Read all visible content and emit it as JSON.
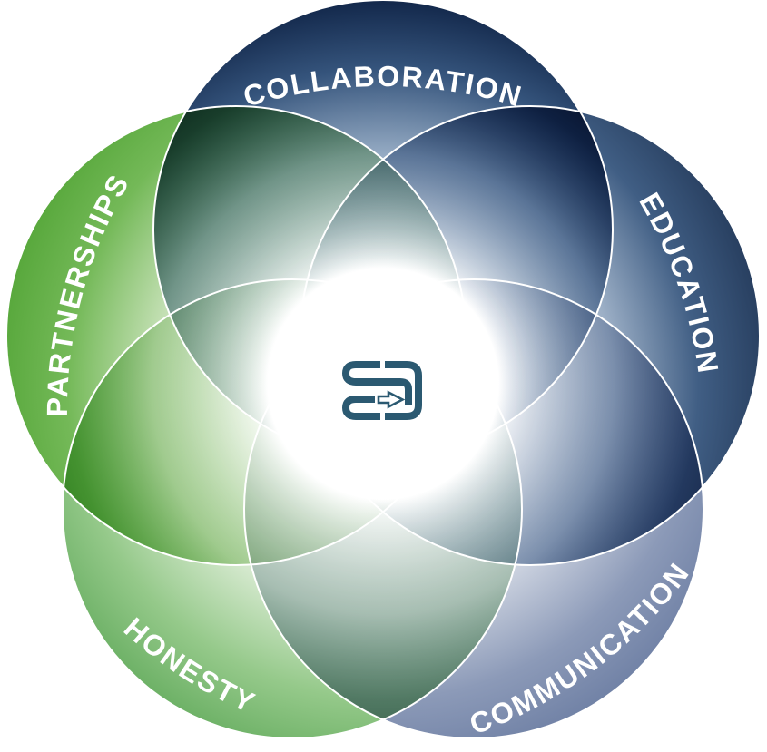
{
  "diagram": {
    "type": "venn-5-circle",
    "background": "#ffffff",
    "outline_color": "#ffffff",
    "label_color": "#ffffff",
    "logo": {
      "name": "s-arrow-logo",
      "color": "#2b5971",
      "arrow_fill": "#ffffff"
    },
    "circles": [
      {
        "label": "COLLABORATION",
        "position": "top",
        "stops": [
          "#ffffff",
          "#ffffff",
          "#93a9c2",
          "#35547c",
          "#12274a"
        ]
      },
      {
        "label": "EDUCATION",
        "position": "right",
        "stops": [
          "#ffffff",
          "#ffffff",
          "#9cafc6",
          "#405e84",
          "#283f60"
        ]
      },
      {
        "label": "COMMUNICATION",
        "position": "bottom-right",
        "stops": [
          "#ffffff",
          "#ffffff",
          "#c9d0de",
          "#8c9ab8",
          "#7182a6"
        ]
      },
      {
        "label": "HONESTY",
        "position": "bottom-left",
        "stops": [
          "#ffffff",
          "#ffffff",
          "#d3e8cc",
          "#95c98a",
          "#6db166"
        ]
      },
      {
        "label": "PARTNERSHIPS",
        "position": "left",
        "stops": [
          "#ffffff",
          "#ffffff",
          "#c2dfb2",
          "#74b958",
          "#58a83c"
        ]
      }
    ]
  }
}
